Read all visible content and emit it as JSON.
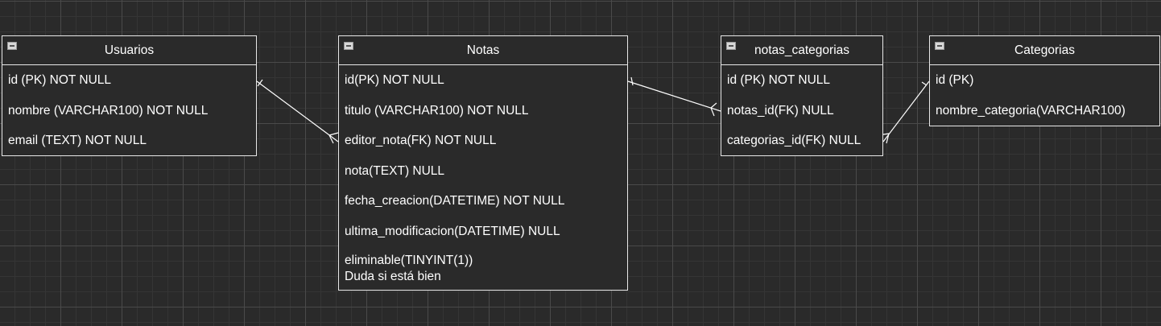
{
  "tables": {
    "usuarios": {
      "title": "Usuarios",
      "fields": [
        "id (PK) NOT NULL",
        "nombre (VARCHAR100) NOT NULL",
        "email (TEXT) NOT NULL"
      ]
    },
    "notas": {
      "title": "Notas",
      "fields": [
        "id(PK) NOT NULL",
        "titulo (VARCHAR100) NOT NULL",
        "editor_nota(FK) NOT NULL",
        "nota(TEXT) NULL",
        "fecha_creacion(DATETIME) NOT NULL",
        "ultima_modificacion(DATETIME) NULL"
      ],
      "last_field_line1": "eliminable(TINYINT(1))",
      "last_field_line2": "Duda si está bien"
    },
    "notas_categorias": {
      "title": "notas_categorias",
      "fields": [
        "id (PK) NOT NULL",
        "notas_id(FK) NULL",
        "categorias_id(FK) NULL"
      ]
    },
    "categorias": {
      "title": "Categorias",
      "fields": [
        "id (PK)",
        "nombre_categoria(VARCHAR100)"
      ]
    }
  },
  "relationships": [
    {
      "from": "Usuarios.id (PK) NOT NULL",
      "from_cardinality": "one",
      "to": "Notas.editor_nota(FK) NOT NULL",
      "to_cardinality": "many"
    },
    {
      "from": "Notas.id(PK) NOT NULL",
      "from_cardinality": "one",
      "to": "notas_categorias.notas_id(FK) NULL",
      "to_cardinality": "many"
    },
    {
      "from": "Categorias.id (PK)",
      "from_cardinality": "one",
      "to": "notas_categorias.categorias_id(FK) NULL",
      "to_cardinality": "many"
    }
  ]
}
